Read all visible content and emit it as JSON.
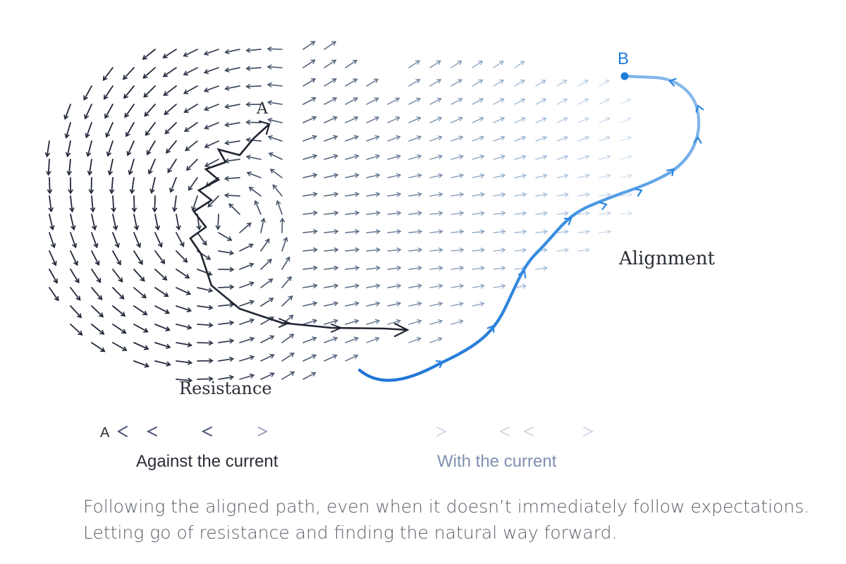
{
  "labels": {
    "point_a": "A",
    "point_b": "B",
    "resistance": "Resistance",
    "alignment": "Alignment"
  },
  "legend": {
    "start_letter": "A",
    "against": "Against the current",
    "with": "With the current"
  },
  "caption": {
    "line1": "Following the aligned path, even when it doesn’t immediately follow expectations.",
    "line2": "Letting go of resistance and finding the natural way forward."
  },
  "colors": {
    "dark_ink": "#1f2430",
    "light_field": "#7a9cc4",
    "aligned_blue": "#2b86df",
    "label_text": "#2a2e36",
    "with_text": "#7f8fb0",
    "b_label": "#1f7ad8"
  }
}
